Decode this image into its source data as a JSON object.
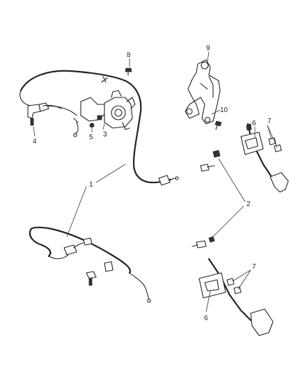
{
  "diagram": {
    "callouts": [
      {
        "id": "c1",
        "text": "1"
      },
      {
        "id": "c2",
        "text": "2"
      },
      {
        "id": "c3",
        "text": "3"
      },
      {
        "id": "c4",
        "text": "4"
      },
      {
        "id": "c5",
        "text": "5"
      },
      {
        "id": "c6a",
        "text": "6"
      },
      {
        "id": "c6b",
        "text": "6"
      },
      {
        "id": "c7a",
        "text": "7"
      },
      {
        "id": "c7b",
        "text": "7"
      },
      {
        "id": "c8",
        "text": "8"
      },
      {
        "id": "c9",
        "text": "9"
      },
      {
        "id": "c10",
        "text": "10"
      }
    ]
  }
}
